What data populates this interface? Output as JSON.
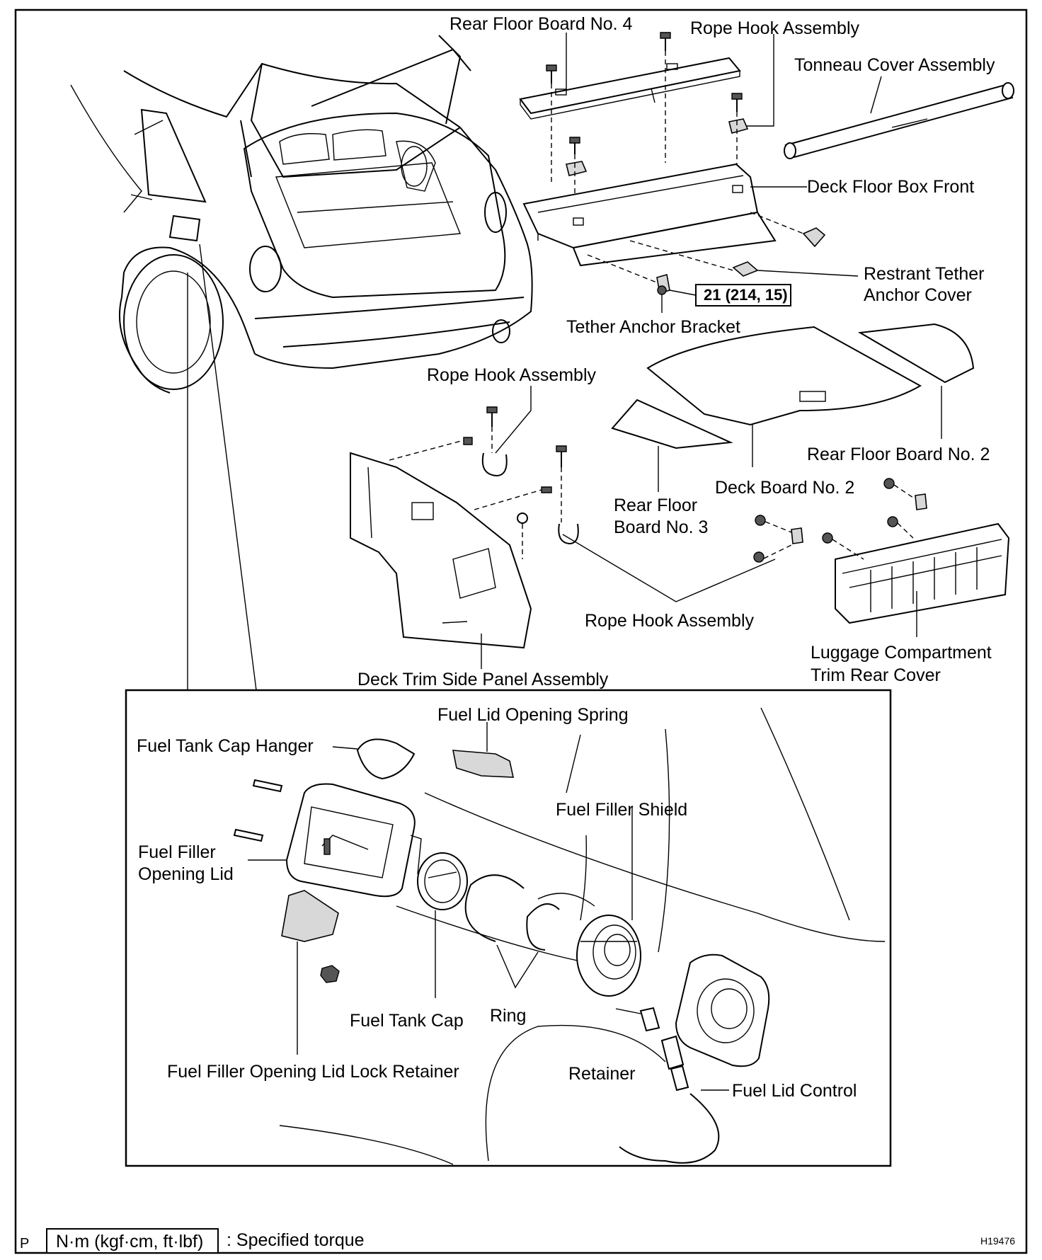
{
  "labels": {
    "rear_floor_board_4": "Rear Floor Board No. 4",
    "rope_hook_assembly_top": "Rope Hook Assembly",
    "tonneau_cover_assembly": "Tonneau Cover Assembly",
    "deck_floor_box_front": "Deck Floor Box Front",
    "restrant_tether_anchor_cover_1": "Restrant Tether",
    "restrant_tether_anchor_cover_2": "Anchor Cover",
    "torque_value": "21 (214, 15)",
    "tether_anchor_bracket": "Tether Anchor Bracket",
    "rope_hook_assembly_mid": "Rope Hook Assembly",
    "rear_floor_board_2": "Rear Floor Board No. 2",
    "deck_board_2": "Deck Board No. 2",
    "rear_floor_board_3_line1": "Rear Floor",
    "rear_floor_board_3_line2": "Board No. 3",
    "rope_hook_assembly_low": "Rope Hook Assembly",
    "luggage_trim_line1": "Luggage Compartment",
    "luggage_trim_line2": "Trim Rear Cover",
    "deck_trim_side_panel": "Deck Trim Side Panel Assembly",
    "fuel_lid_opening_spring": "Fuel Lid Opening Spring",
    "fuel_tank_cap_hanger": "Fuel Tank Cap Hanger",
    "fuel_filler_shield": "Fuel Filler Shield",
    "fuel_filler_opening_lid_1": "Fuel Filler",
    "fuel_filler_opening_lid_2": "Opening Lid",
    "fuel_tank_cap": "Fuel Tank Cap",
    "ring": "Ring",
    "retainer": "Retainer",
    "fuel_filler_lock_retainer": "Fuel Filler Opening Lid Lock Retainer",
    "fuel_lid_control": "Fuel Lid Control"
  },
  "legend": {
    "unit_box": "N·m (kgf·cm, ft·lbf)",
    "description": ": Specified torque",
    "corner_letter": "P",
    "figure_code": "H19476"
  }
}
